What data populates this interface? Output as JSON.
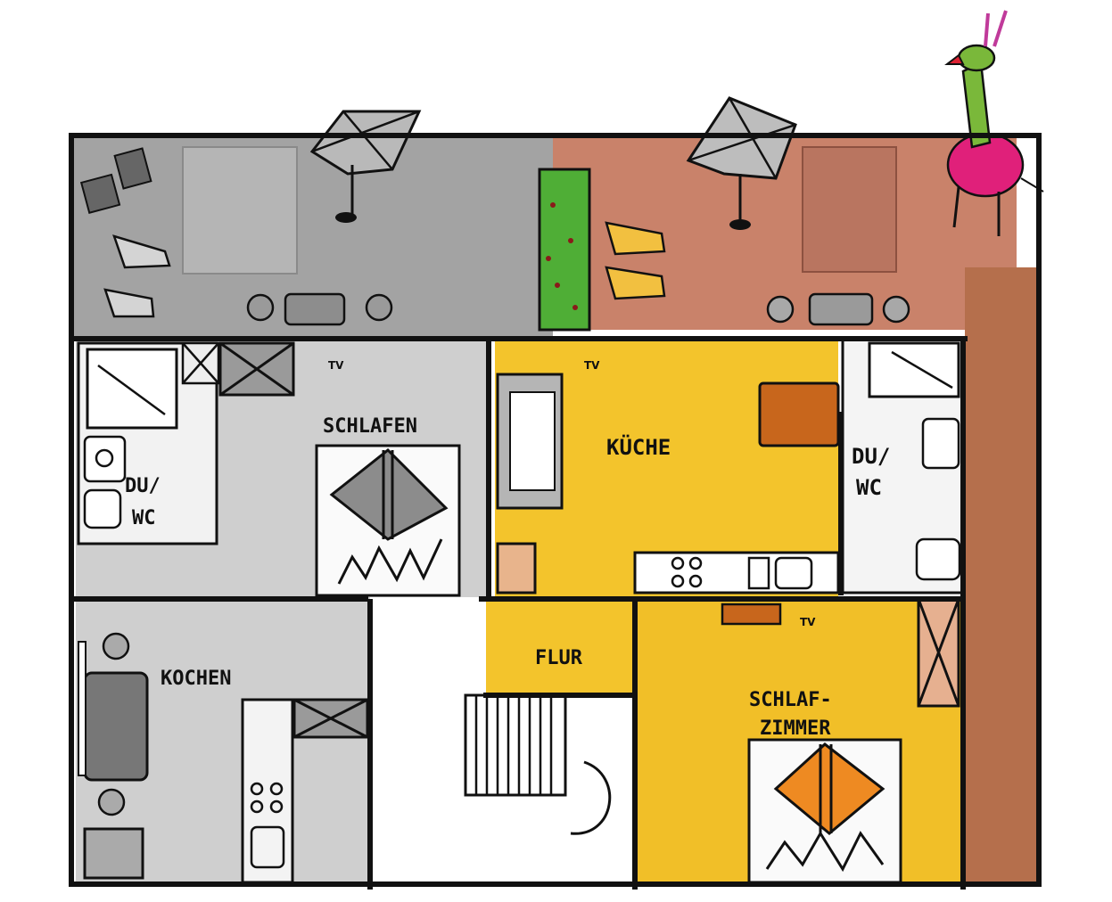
{
  "rooms": {
    "schlafen": "SCHLAFEN",
    "du_wc_left_1": "DU/",
    "du_wc_left_2": "WC",
    "kochen": "KOCHEN",
    "kueche": "KÜCHE",
    "du_wc_right_1": "DU/",
    "du_wc_right_2": "WC",
    "flur": "FLUR",
    "schlafzimmer_1": "SCHLAF-",
    "schlafzimmer_2": "ZIMMER"
  },
  "tv_labels": [
    "TV",
    "TV",
    "TV"
  ],
  "colors": {
    "grey_apartment": "#c9c9c9",
    "yellow_apartment": "#f3c42c",
    "terrace_grey": "#9a9a9a",
    "terrace_brown": "#c07a5a",
    "side_terrace": "#b06a45",
    "wall": "#111111",
    "plant": "#3f9f2f",
    "chairs_yellow": "#f2c040",
    "table_orange": "#c8661c"
  },
  "icons": [
    "umbrella-icon",
    "giraffe-icon",
    "bed-icon",
    "stove-icon",
    "sink-icon",
    "shower-icon",
    "staircase-icon",
    "planter-icon"
  ]
}
